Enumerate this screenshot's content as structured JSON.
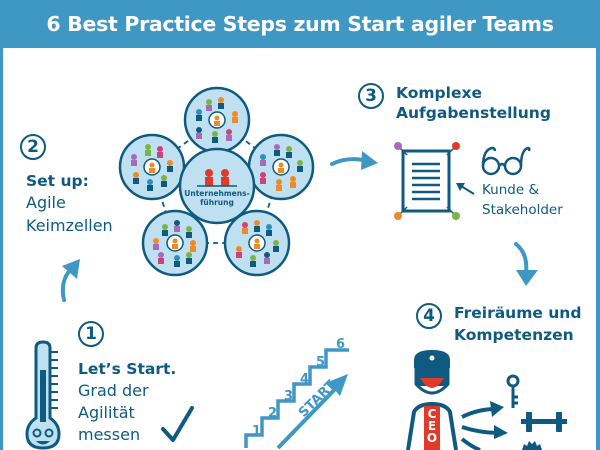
{
  "title": "6 Best Practice Steps zum Start agiler Teams",
  "colors": {
    "accent_blue": "#3f97c4",
    "dark_blue": "#0f5a80",
    "light_blue_fill": "#bfe0f0",
    "red": "#e03a2a",
    "purple": "#a86ab8",
    "orange": "#f08a24",
    "green": "#7cb342",
    "magenta": "#d0407a",
    "teal": "#2e8fb8"
  },
  "steps": [
    {
      "number": "1",
      "title": "Let’s Start.",
      "lines": [
        "Grad der",
        "Agilität",
        "messen"
      ],
      "icons": [
        "thermometer-icon",
        "checkmark-icon",
        "stairs-icon"
      ]
    },
    {
      "number": "2",
      "title": "Set up:",
      "lines": [
        "Agile",
        "Keimzellen"
      ],
      "icons": [
        "team-network-icon"
      ]
    },
    {
      "number": "3",
      "title_lines": [
        "Komplexe",
        "Aufgabenstellung"
      ],
      "side_label_lines": [
        "Kunde &",
        "Stakeholder"
      ],
      "icons": [
        "document-icon",
        "glasses-icon"
      ]
    },
    {
      "number": "4",
      "title_lines": [
        "Freiräume und",
        "Kompetenzen"
      ],
      "icons": [
        "ceo-figure-icon",
        "key-icon",
        "dumbbell-icon",
        "gear-icon"
      ]
    }
  ],
  "network": {
    "center_label_lines": [
      "Unternehmens-",
      "führung"
    ]
  },
  "stairs": {
    "step_numbers": [
      "1",
      "2",
      "3",
      "4",
      "5",
      "6"
    ],
    "arrow_label": "START"
  },
  "ceo": {
    "letters": [
      "C",
      "E",
      "O"
    ]
  }
}
